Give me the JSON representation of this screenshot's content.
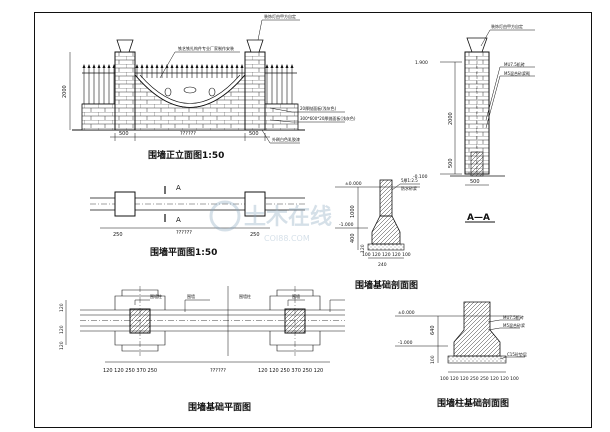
{
  "sheet": {
    "titles": {
      "elevation": "围墙正立面图1:50",
      "plan": "围墙平面图1:50",
      "section_aa": "A—A",
      "found_section": "围墙基础剖面图",
      "found_plan": "围墙基础平面图",
      "pier_section": "围墙柱基础剖面图"
    },
    "elevation": {
      "note_top": "铁艺铁扎构件专业厂家制作安装",
      "note_cap": "装饰灯由甲方自定",
      "note_right1": "20厚抛面板(浅灰色)",
      "note_right2": "300*600*20厚抛面板(浅灰色)",
      "note_right3": "外刷白色乳胶漆",
      "dim_left": "500",
      "dim_mid": "??????",
      "dim_right": "500",
      "dim_height": "2000"
    },
    "section_aa": {
      "note_cap": "装饰灯由甲方自定",
      "note_brick1": "MU7.5机砖",
      "note_brick2": "M5混合砂浆砌",
      "level_top": "1.900",
      "level_bottom": "-0.100",
      "dim_total": "2000",
      "dim_lower": "500",
      "dim_width": "500"
    },
    "plan": {
      "label_a1": "A",
      "label_a2": "A",
      "dim_mid": "??????",
      "dim_250a": "250",
      "dim_250b": "250"
    },
    "found_section": {
      "level_top": "±0.000",
      "level_bottom": "-1.000",
      "note1": "5厚1:2.5",
      "note2": "防水砂浆",
      "dims_bottom": "100 120 120 120 100",
      "dim_240": "240",
      "dim_1000": "1000",
      "dim_400": "400",
      "dim_h": "120"
    },
    "found_plan": {
      "label1": "围墙柱",
      "label2": "围墙",
      "label3": "围墙柱",
      "label4": "围墙",
      "dims_left": "120 120 250 370 250",
      "dim_mid": "??????",
      "dims_right": "120 120 250 370 250 120",
      "dim_v1": "120",
      "dim_v2": "120",
      "dim_v3": "120"
    },
    "pier_section": {
      "level_top": "±0.000",
      "level_bottom": "-1.000",
      "note1": "MU7.5机砖",
      "note2": "M5混合砂浆",
      "note3": "C15砼垫层",
      "dim_640": "640",
      "dim_100": "100",
      "dims_bottom": "100 120 120 250 250 120 120 100"
    },
    "watermark_text": "土木在线",
    "watermark_sub": "COI88.COM"
  }
}
